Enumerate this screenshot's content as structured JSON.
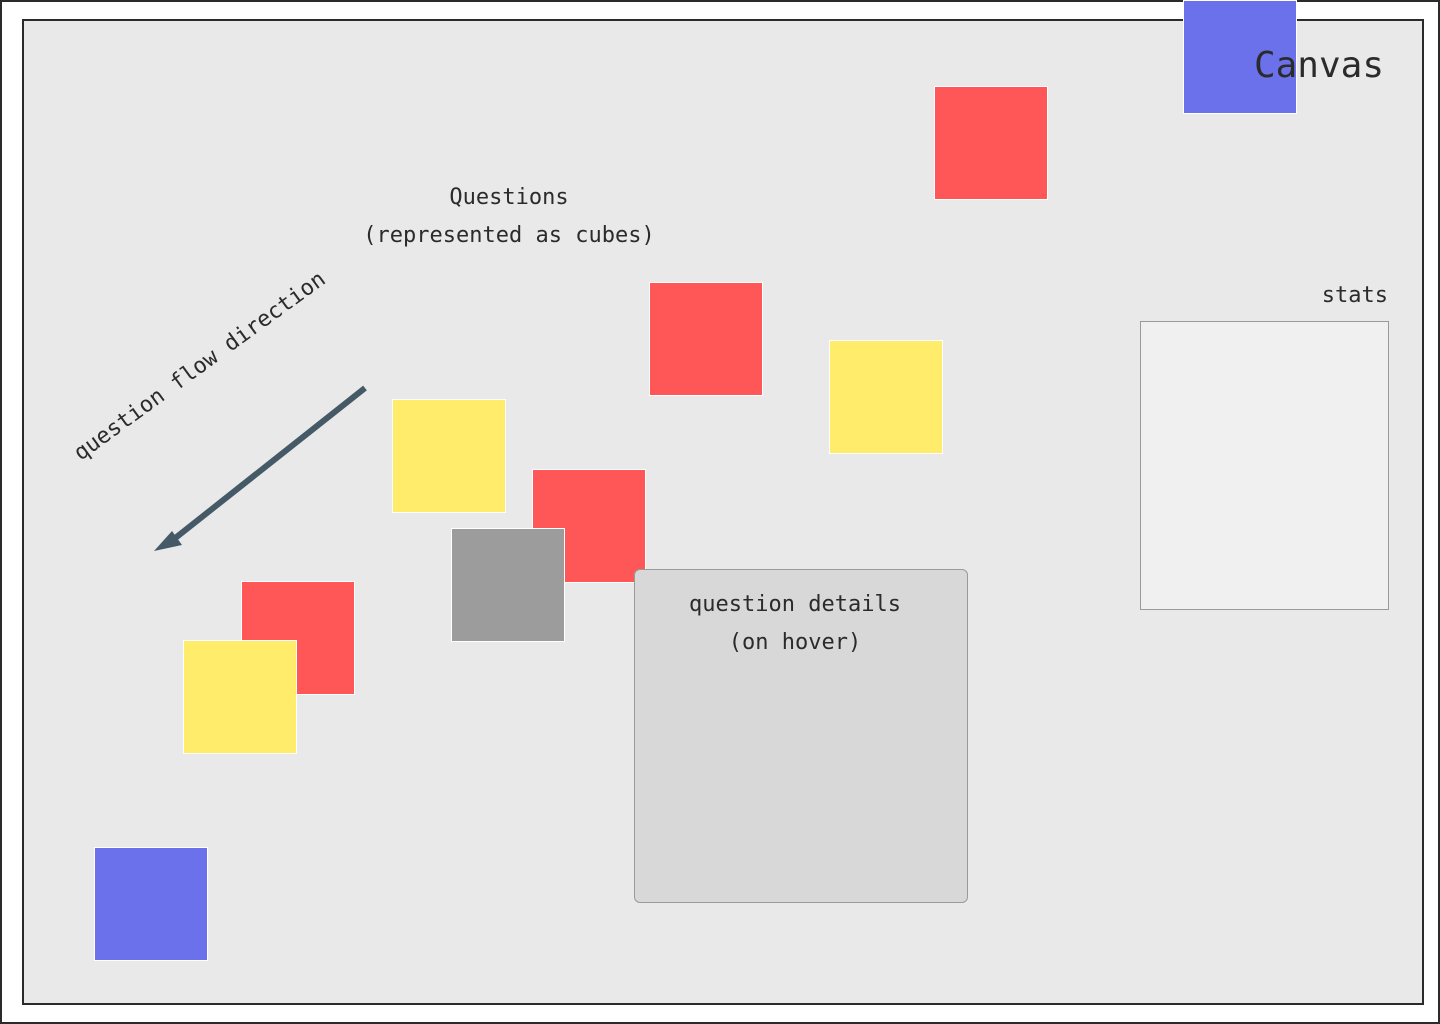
{
  "canvas": {
    "title": "Canvas"
  },
  "labels": {
    "questions": "Questions\n(represented as cubes)",
    "flow_direction": "question flow direction",
    "question_details": "question details\n(on hover)",
    "stats": "stats"
  },
  "colors": {
    "blue": "#6a71eb",
    "red": "#ff5657",
    "yellow": "#ffec6b",
    "gray": "#9c9c9c",
    "arrow": "#455a66"
  }
}
